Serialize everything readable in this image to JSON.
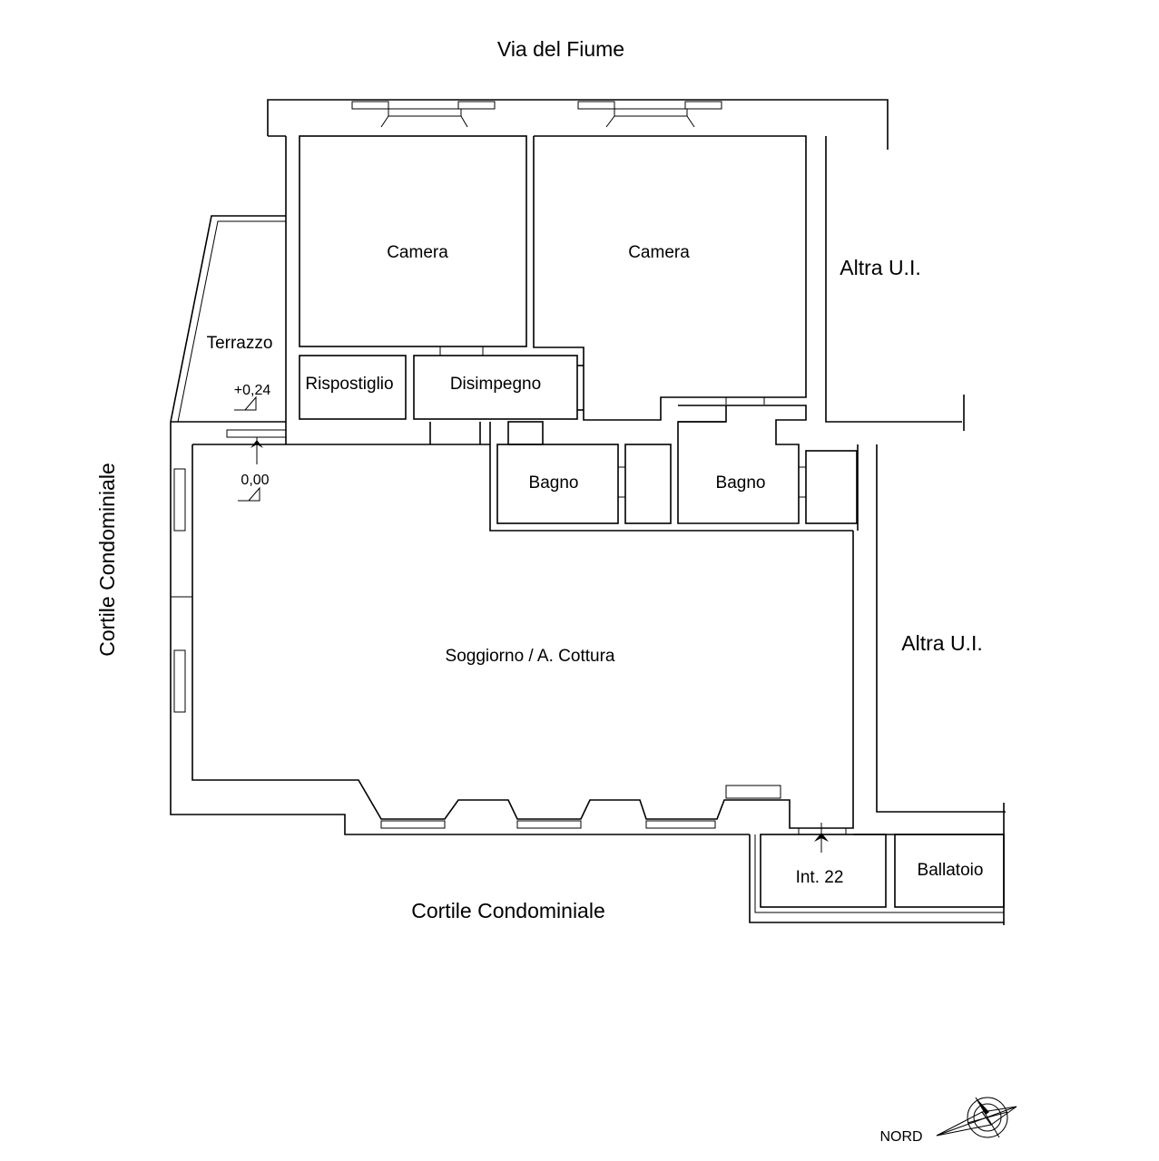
{
  "streets": {
    "top": "Via del Fiume",
    "bottom": "Cortile Condominiale",
    "left": "Cortile Condominiale"
  },
  "rooms": {
    "camera_1": "Camera",
    "camera_2": "Camera",
    "terrazzo": "Terrazzo",
    "ripostiglio": "Rispostiglio",
    "disimpegno": "Disimpegno",
    "bagno_1": "Bagno",
    "bagno_2": "Bagno",
    "soggiorno": "Soggiorno / A. Cottura",
    "interno": "Int. 22",
    "ballatoio": "Ballatoio"
  },
  "neighbours": {
    "upper": "Altra U.I.",
    "lower": "Altra U.I."
  },
  "levels": {
    "terrace": "+0,24",
    "floor": "0,00"
  },
  "compass": {
    "label": "NORD"
  }
}
